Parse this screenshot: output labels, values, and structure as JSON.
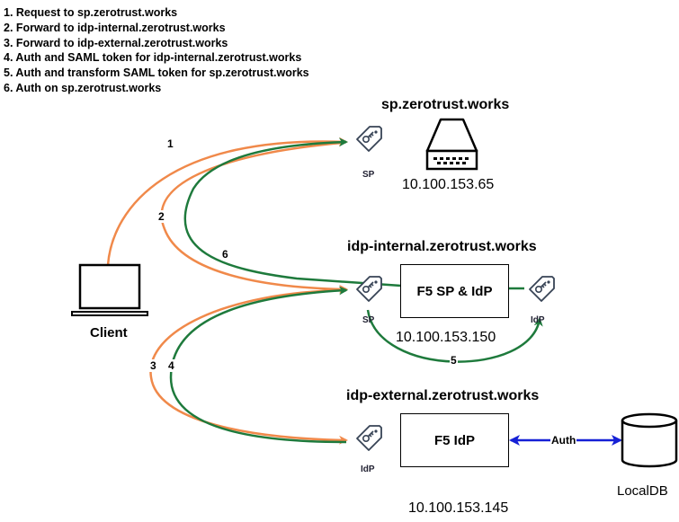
{
  "legend": [
    "1. Request to sp.zerotrust.works",
    "2. Forward to idp-internal.zerotrust.works",
    "3. Forward to idp-external.zerotrust.works",
    "4. Auth and SAML token for idp-internal.zerotrust.works",
    "5. Auth and transform SAML token for sp.zerotrust.works",
    "6. Auth on sp.zerotrust.works"
  ],
  "nodes": {
    "sp": {
      "title": "sp.zerotrust.works",
      "ip": "10.100.153.65",
      "tag_label": "SP"
    },
    "idp_internal": {
      "title": "idp-internal.zerotrust.works",
      "ip": "10.100.153.150",
      "box_label": "F5 SP & IdP",
      "sp_tag_label": "SP",
      "idp_tag_label": "IdP"
    },
    "idp_external": {
      "title": "idp-external.zerotrust.works",
      "ip": "10.100.153.145",
      "box_label": "F5 IdP",
      "tag_label": "IdP"
    },
    "client": {
      "label": "Client"
    },
    "localdb": {
      "label": "LocalDB"
    }
  },
  "edges": {
    "step1": "1",
    "step2": "2",
    "step3": "3",
    "step4": "4",
    "step5": "5",
    "step6": "6",
    "auth_label": "Auth"
  },
  "colors": {
    "orange": "#f0894a",
    "green": "#1e7a3c",
    "blue": "#1520d6"
  }
}
